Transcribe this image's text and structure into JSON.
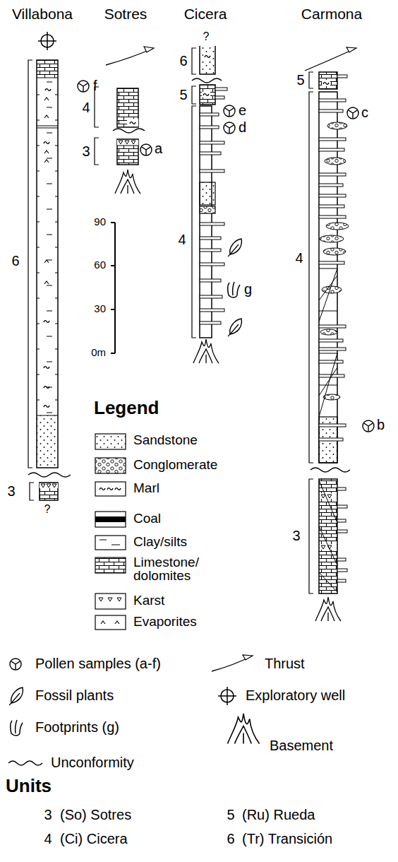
{
  "diagram": {
    "labels": [
      "Villabona",
      "Sotres",
      "Cicera",
      "Carmona",
      "6",
      "3",
      "?",
      "f",
      "4",
      "3",
      "a",
      "?",
      "6",
      "5",
      "4",
      "e",
      "d",
      "g",
      "5",
      "4",
      "3",
      "c",
      "b",
      "90",
      "60",
      "30",
      "0m",
      "Legend",
      "Units",
      "3",
      "(So) Sotres",
      "5",
      "(Ru) Rueda",
      "4",
      "(Ci) Cicera",
      "6",
      "(Tr) Transición"
    ],
    "legend": [
      {
        "text": "Sandstone"
      },
      {
        "text": "Conglomerate"
      },
      {
        "text": "Marl"
      },
      {
        "text": "Coal"
      },
      {
        "text": "Clay/silts"
      },
      {
        "text": "Limestone/ dolomites"
      },
      {
        "text": "Karst"
      },
      {
        "text": "Evaporites"
      },
      {
        "text": "Pollen samples (a-f)"
      },
      {
        "text": "Thrust"
      },
      {
        "text": "Fossil plants"
      },
      {
        "text": "Exploratory well"
      },
      {
        "text": "Footprints (g)"
      },
      {
        "text": "Basement"
      },
      {
        "text": "Unconformity"
      }
    ]
  }
}
